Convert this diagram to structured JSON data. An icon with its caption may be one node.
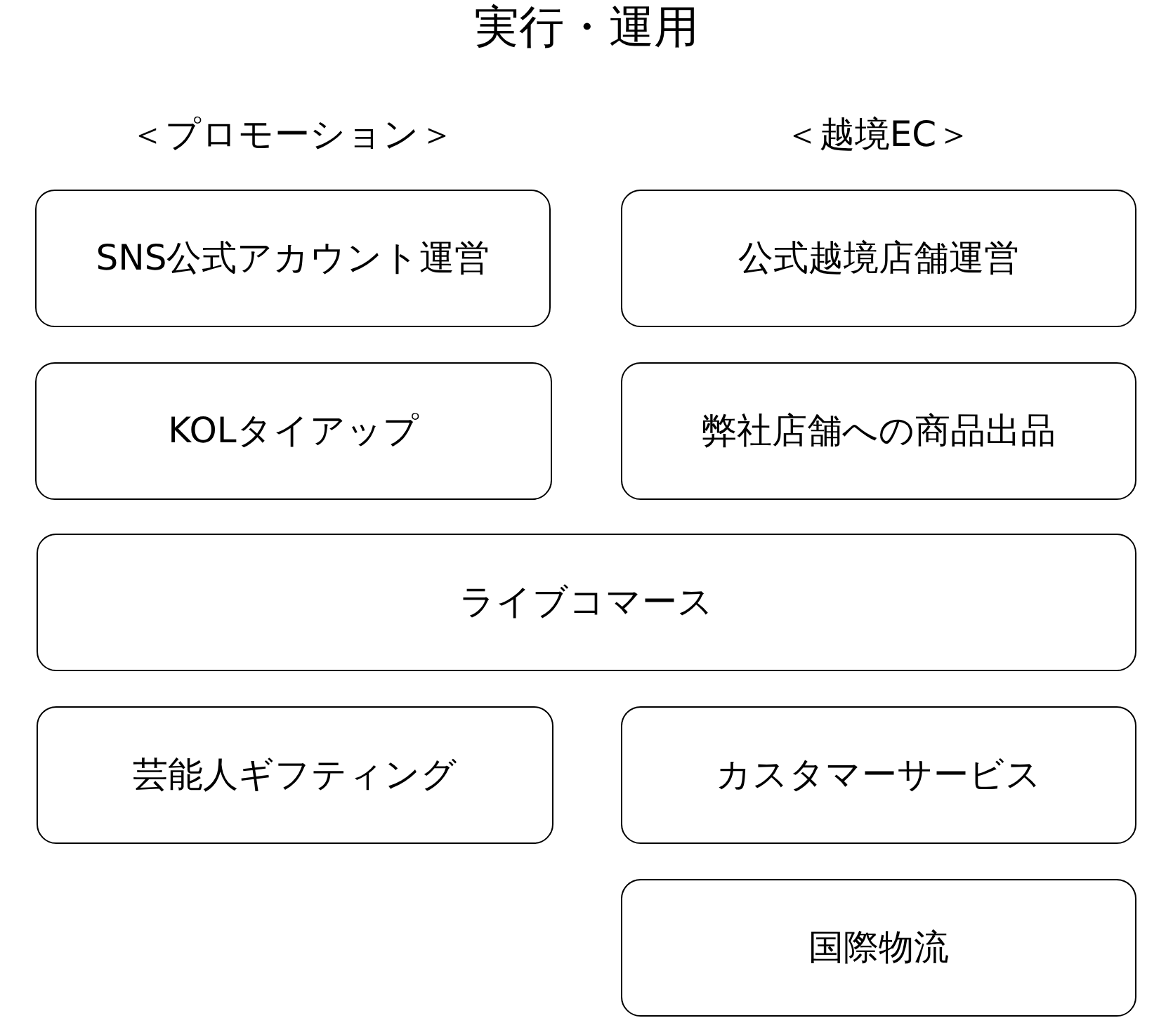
{
  "diagram": {
    "title": "実行・運用",
    "nodes": [
      {
        "text": [
          "SNS公式アカウント運営"
        ]
      },
      {
        "text": [
          "公式越境店舗運営"
        ]
      },
      {
        "text": [
          "KOLタイアップ"
        ]
      },
      {
        "text": [
          "弊社店舗への商品出品"
        ]
      },
      {
        "text": [
          "ライブコマース"
        ]
      },
      {
        "text": [
          "芸能人ギフティング"
        ]
      },
      {
        "text": [
          "カスタマーサービス"
        ]
      },
      {
        "text": [
          "国際物流"
        ]
      }
    ],
    "labels": [
      "＜プロモーション＞",
      "＜越境EC＞"
    ]
  }
}
